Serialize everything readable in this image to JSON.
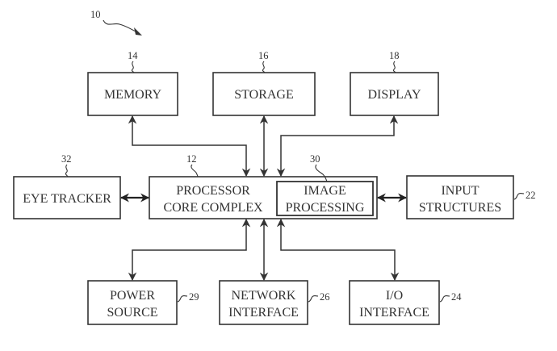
{
  "figure": {
    "ref": "10",
    "blocks": {
      "memory": {
        "ref": "14",
        "lines": [
          "MEMORY"
        ]
      },
      "storage": {
        "ref": "16",
        "lines": [
          "STORAGE"
        ]
      },
      "display": {
        "ref": "18",
        "lines": [
          "DISPLAY"
        ]
      },
      "eye_tracker": {
        "ref": "32",
        "lines": [
          "EYE TRACKER"
        ]
      },
      "processor": {
        "ref": "12",
        "lines": [
          "PROCESSOR",
          "CORE COMPLEX"
        ]
      },
      "image_processing": {
        "ref": "30",
        "lines": [
          "IMAGE",
          "PROCESSING"
        ]
      },
      "input_structures": {
        "ref": "22",
        "lines": [
          "INPUT",
          "STRUCTURES"
        ]
      },
      "power_source": {
        "ref": "29",
        "lines": [
          "POWER",
          "SOURCE"
        ]
      },
      "network_interface": {
        "ref": "26",
        "lines": [
          "NETWORK",
          "INTERFACE"
        ]
      },
      "io_interface": {
        "ref": "24",
        "lines": [
          "I/O",
          "INTERFACE"
        ]
      }
    },
    "connections": [
      {
        "from": "processor",
        "to": "memory",
        "direction": "bidirectional"
      },
      {
        "from": "processor",
        "to": "storage",
        "direction": "bidirectional"
      },
      {
        "from": "processor",
        "to": "display",
        "direction": "bidirectional"
      },
      {
        "from": "processor",
        "to": "eye_tracker",
        "direction": "bidirectional"
      },
      {
        "from": "processor",
        "to": "input_structures",
        "direction": "bidirectional"
      },
      {
        "from": "processor",
        "to": "power_source",
        "direction": "bidirectional"
      },
      {
        "from": "processor",
        "to": "network_interface",
        "direction": "bidirectional"
      },
      {
        "from": "processor",
        "to": "io_interface",
        "direction": "bidirectional"
      }
    ]
  }
}
